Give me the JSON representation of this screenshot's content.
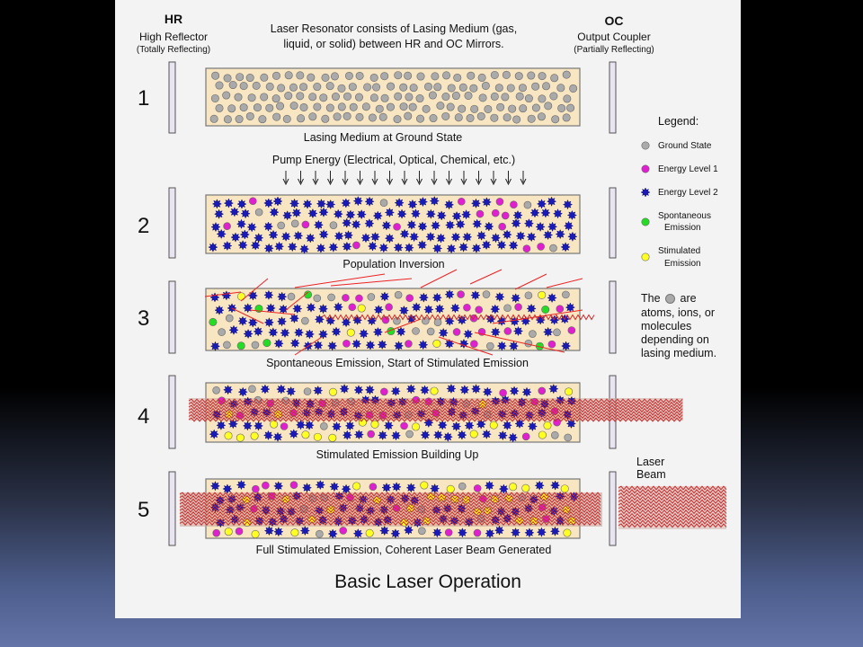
{
  "header": {
    "hr_label": "HR",
    "hr_sub": "High Reflector",
    "hr_sub2": "(Totally Reflecting)",
    "intro_line1": "Laser Resonator consists of Lasing Medium (gas,",
    "intro_line2": "liquid, or solid) between HR and OC Mirrors.",
    "oc_label": "OC",
    "oc_sub": "Output Coupler",
    "oc_sub2": "(Partially Reflecting)"
  },
  "pump_label": "Pump Energy (Electrical, Optical, Chemical, etc.)",
  "stages": [
    {
      "number": "1",
      "caption": "Lasing Medium at Ground State"
    },
    {
      "number": "2",
      "caption": "Population Inversion"
    },
    {
      "number": "3",
      "caption": "Spontaneous Emission, Start of Stimulated Emission"
    },
    {
      "number": "4",
      "caption": "Stimulated Emission Building Up"
    },
    {
      "number": "5",
      "caption": "Full Stimulated Emission, Coherent Laser Beam Generated"
    }
  ],
  "legend": {
    "title": "Legend:",
    "items": [
      {
        "label": "Ground State",
        "color": "#aaaaaa",
        "icon": "circle"
      },
      {
        "label": "Energy Level 1",
        "color": "#e020d0",
        "icon": "circle"
      },
      {
        "label": "Energy Level 2",
        "color": "#1a1ab8",
        "icon": "star"
      },
      {
        "label_line1": "Spontaneous",
        "label_line2": "Emission",
        "color": "#22dd22",
        "icon": "circle"
      },
      {
        "label_line1": "Stimulated",
        "label_line2": "Emission",
        "color": "#ffff22",
        "icon": "circle"
      }
    ]
  },
  "note": {
    "part1": "The",
    "part2": "are",
    "rest": "atoms, ions, or molecules depending on lasing medium."
  },
  "laser_beam_line1": "Laser",
  "laser_beam_line2": "Beam",
  "title": "Basic Laser Operation",
  "colors": {
    "medium_fill": "#f8e6c2",
    "mirror": "#e8e4f0",
    "wave": "#cc2a2a",
    "beam_fill": "#c9a59b",
    "ground": "#aaaaaa",
    "level1": "#e020d0",
    "level2": "#1a1ab8",
    "spontaneous": "#22dd22",
    "stimulated": "#ffff22",
    "ray": "#ee2222"
  }
}
